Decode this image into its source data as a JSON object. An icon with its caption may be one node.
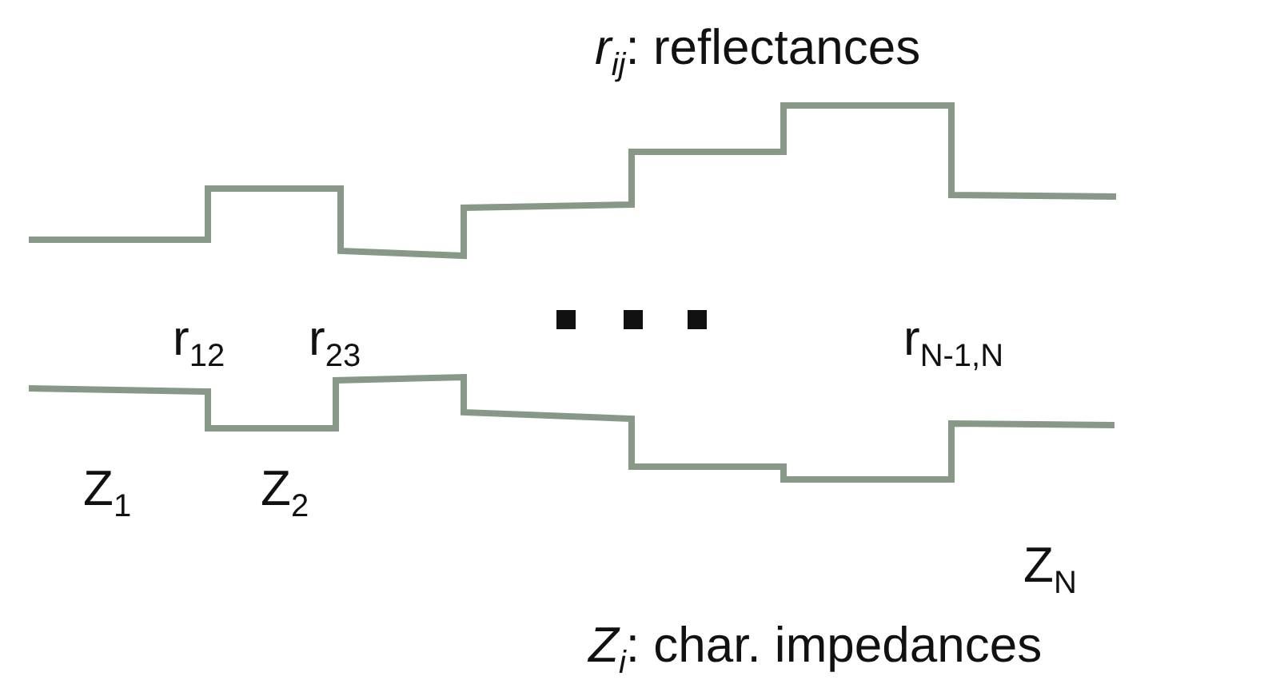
{
  "diagram": {
    "labels": [
      "*r*$_{ij}$: reflectances",
      "r$_{12}$",
      "r$_{23}$",
      "r$_{N-1,N}$",
      "Z$_{1}$",
      "Z$_{2}$",
      "Z$_{N}$",
      "*Z*$_{i}$: char. impedances"
    ]
  }
}
